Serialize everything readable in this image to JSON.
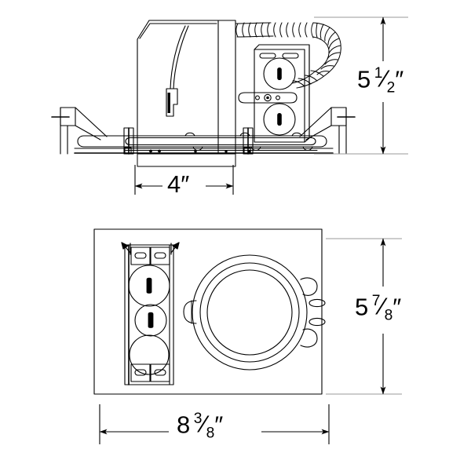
{
  "drawing": {
    "title": "Recessed lighting housing dimensional drawing",
    "background_color": "#ffffff",
    "line_color": "#000000",
    "thin_line_color": "#808080",
    "views": [
      {
        "name": "side-elevation-view",
        "description": "Side elevation of recessed housing with junction box, flexible conduit and mounting bar hangers"
      },
      {
        "name": "bottom-plan-view",
        "description": "Bottom plan view showing rectangular frame, junction box with knockouts and round aperture trim ring"
      }
    ]
  },
  "dimensions": {
    "side_height": {
      "whole": "5",
      "fraction_num": "1",
      "fraction_den": "2",
      "unit": "″",
      "full_text": "5 1/2″"
    },
    "side_width": {
      "whole": "4",
      "fraction_num": "",
      "fraction_den": "",
      "unit": "″",
      "full_text": "4″"
    },
    "plan_height": {
      "whole": "5",
      "fraction_num": "7",
      "fraction_den": "8",
      "unit": "″",
      "full_text": "5 7/8″"
    },
    "plan_width": {
      "whole": "8",
      "fraction_num": "3",
      "fraction_den": "8",
      "unit": "″",
      "full_text": "8 3/8″"
    }
  }
}
